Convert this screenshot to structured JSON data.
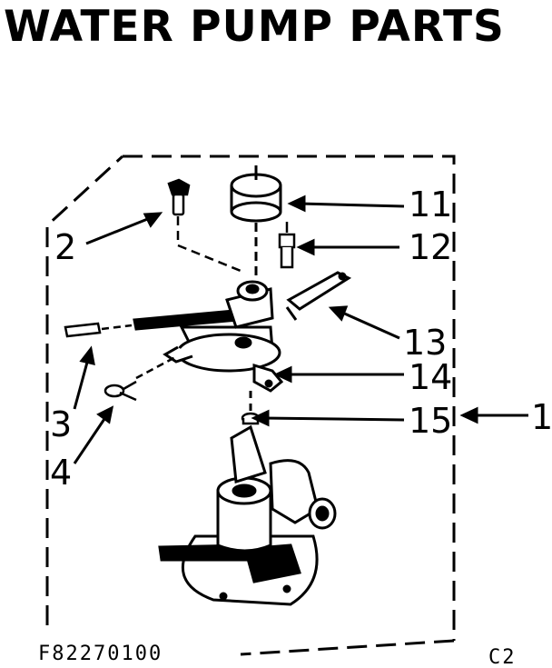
{
  "title": "WATER PUMP PARTS",
  "part_labels": {
    "p1": "1",
    "p2": "2",
    "p3": "3",
    "p4": "4",
    "p11": "11",
    "p12": "12",
    "p13": "13",
    "p14": "14",
    "p15": "15"
  },
  "footer": {
    "figure_code": "F82270100",
    "page_code": "C2"
  }
}
